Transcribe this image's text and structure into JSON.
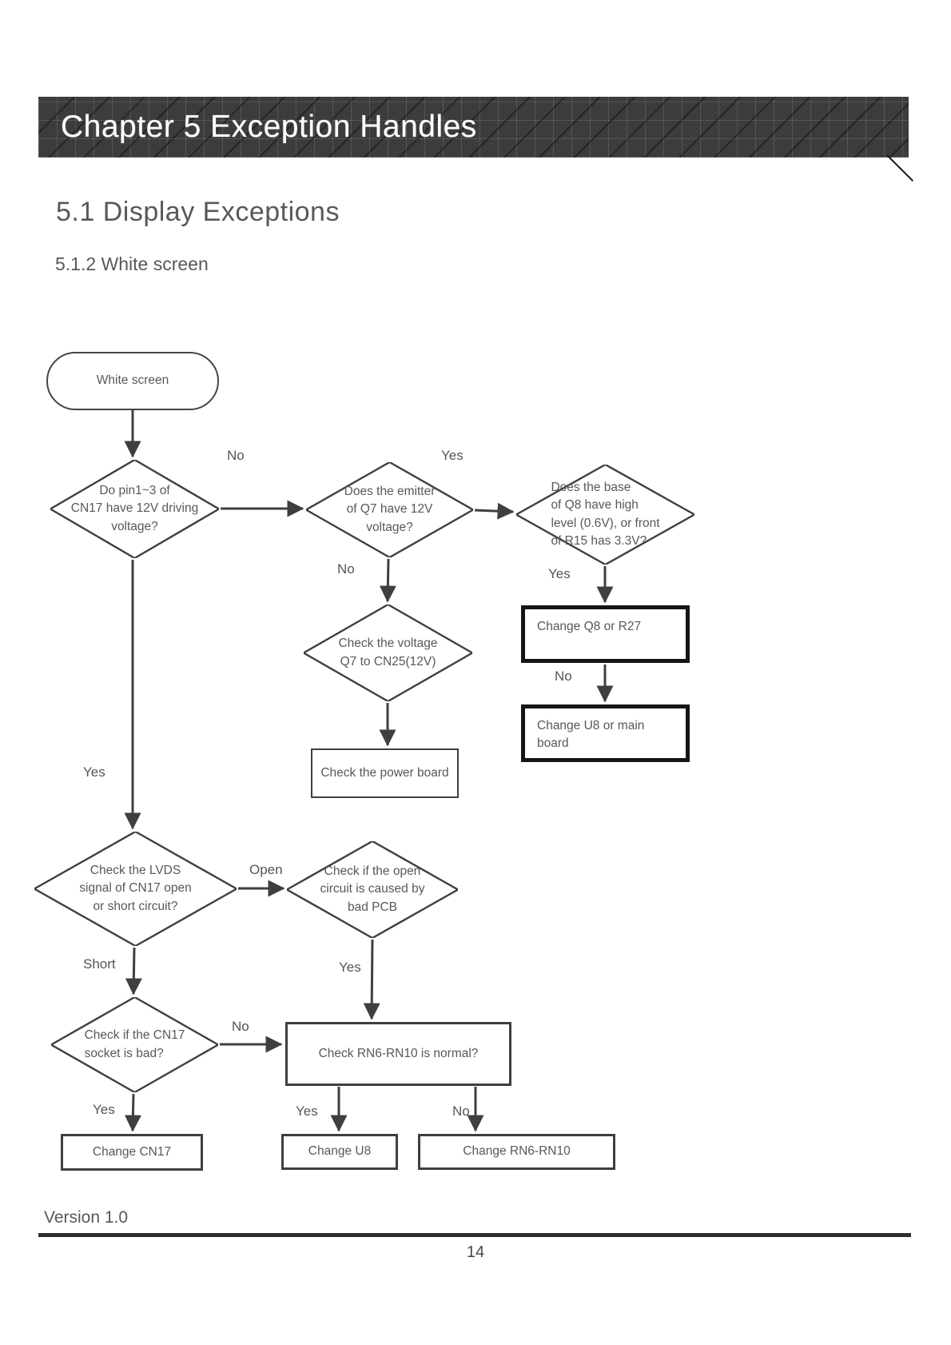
{
  "page": {
    "header_title": "Chapter 5 Exception Handles",
    "section_heading": "5.1 Display Exceptions",
    "subsection_heading": "5.1.2 White screen",
    "footer_version": "Version 1.0",
    "page_number": "14"
  },
  "colors": {
    "band_background": "#3c3c3c",
    "band_text": "#ffffff",
    "wire": "#3f3f3f",
    "shape_text": "#585858",
    "thick_box_border": "#151515"
  },
  "flowchart": {
    "nodes": {
      "start": "White screen",
      "d1": "Do pin1~3 of\nCN17 have 12V driving\nvoltage?",
      "d2": "Does the emitter\nof Q7 have 12V\nvoltage?",
      "d3": "Does the base\nof Q8  have high\nlevel (0.6V), or front\nof R15 has 3.3V?",
      "d4": "Check the voltage\nQ7 to CN25(12V)",
      "r_power": "Check the power board",
      "r_q8": "Change Q8 or R27",
      "r_u8_main": "Change U8 or main\nboard",
      "d5": "Check the LVDS\nsignal of CN17 open\nor short circuit?",
      "d6": "Check if the open\ncircuit is caused by\nbad PCB",
      "d7": "Check if the CN17\nsocket is bad?",
      "r_rn6": "Check RN6-RN10 is normal?",
      "r_cn17": "Change  CN17",
      "r_u8": "Change U8",
      "r_rn610": "Change RN6-RN10"
    },
    "labels": {
      "d1_no": "No",
      "d2_yes": "Yes",
      "d2_no": "No",
      "d3_yes": "Yes",
      "q8_no": "No",
      "d1_yes": "Yes",
      "d5_open": "Open",
      "d5_short": "Short",
      "d6_yes": "Yes",
      "d7_no": "No",
      "d7_yes": "Yes",
      "rn6_yes": "Yes",
      "rn6_no": "No"
    }
  }
}
